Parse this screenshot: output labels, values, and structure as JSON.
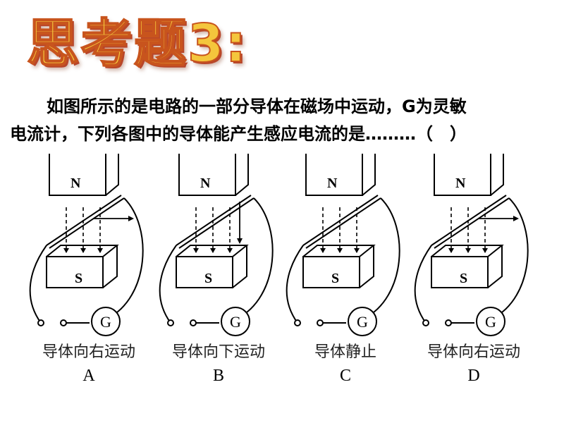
{
  "title": "思考题3:",
  "question": {
    "line1": "如图所示的是电路的一部分导体在磁场中运动，G为灵敏",
    "line2": "电流计，下列各图中的导体能产生感应电流的是………（　）"
  },
  "labels": {
    "north": "N",
    "south": "S",
    "galvanometer": "G"
  },
  "panels": [
    {
      "caption": "导体向右运动",
      "letter": "A",
      "motion": "right"
    },
    {
      "caption": "导体向下运动",
      "letter": "B",
      "motion": "down"
    },
    {
      "caption": "导体静止",
      "letter": "C",
      "motion": "none"
    },
    {
      "caption": "导体向右运动",
      "letter": "D",
      "motion": "right"
    }
  ]
}
